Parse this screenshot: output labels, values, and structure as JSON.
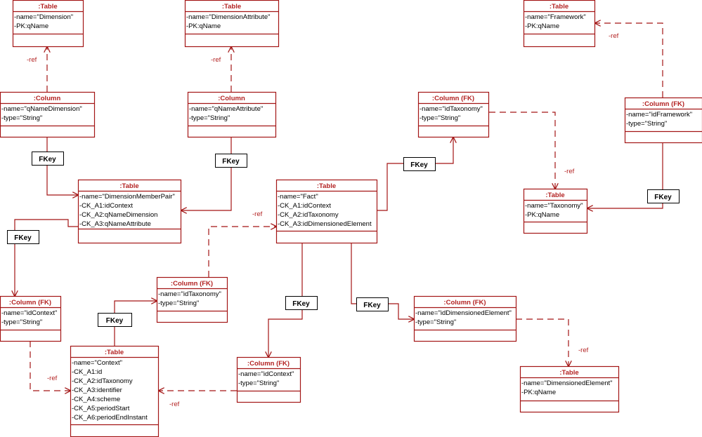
{
  "colors": {
    "line": "#a31515",
    "title": "#b32222",
    "label_box": "#000000"
  },
  "boxes": [
    {
      "id": "t_dimension",
      "title": ":Table",
      "attrs": [
        "-name=\"Dimension\"",
        "-PK:qName"
      ]
    },
    {
      "id": "t_dimattr",
      "title": ":Table",
      "attrs": [
        "-name=\"DimensionAttribute\"",
        "-PK:qName"
      ]
    },
    {
      "id": "t_framework",
      "title": ":Table",
      "attrs": [
        "-name=\"Framework\"",
        "-PK:qName"
      ]
    },
    {
      "id": "c_qnamedim",
      "title": ":Column",
      "attrs": [
        "-name=\"qNameDimension\"",
        "-type=\"String\""
      ]
    },
    {
      "id": "c_qnameattr",
      "title": ":Column",
      "attrs": [
        "-name=\"qNameAttribute\"",
        "-type=\"String\""
      ]
    },
    {
      "id": "c_idtax_top",
      "title": ":Column (FK)",
      "attrs": [
        "-name=\"idTaxonomy\"",
        "-type=\"String\""
      ]
    },
    {
      "id": "c_idframework",
      "title": ":Column (FK)",
      "attrs": [
        "-name=\"idFramework\"",
        "-type=\"String\""
      ]
    },
    {
      "id": "t_dmp",
      "title": ":Table",
      "attrs": [
        "-name=\"DimensionMemberPair\"",
        "-CK_A1:idContext",
        "-CK_A2:qNameDimension",
        "-CK_A3:qNameAttribute"
      ]
    },
    {
      "id": "t_fact",
      "title": ":Table",
      "attrs": [
        "-name=\"Fact\"",
        "-CK_A1:idContext",
        "-CK_A2:idTaxonomy",
        "-CK_A3:idDimensionedElement"
      ]
    },
    {
      "id": "t_taxonomy",
      "title": ":Table",
      "attrs": [
        "-name=\"Taxonomy\"",
        "-PK:qName"
      ]
    },
    {
      "id": "c_idtax_mid",
      "title": ":Column (FK)",
      "attrs": [
        "-name=\"idTaxonomy\"",
        "-type=\"String\""
      ]
    },
    {
      "id": "c_idcontext_left",
      "title": ":Column (FK)",
      "attrs": [
        "-name=\"idContext\"",
        "-type=\"String\""
      ]
    },
    {
      "id": "c_iddimel",
      "title": ":Column (FK)",
      "attrs": [
        "-name=\"idDimensionedElement\"",
        "-type=\"String\""
      ]
    },
    {
      "id": "t_context",
      "title": ":Table",
      "attrs": [
        "-name=\"Context\"",
        "-CK_A1:id",
        "-CK_A2:idTaxonomy",
        "-CK_A3:identifier",
        "-CK_A4:scheme",
        "-CK_A5:periodStart",
        "-CK_A6:periodEndInstant"
      ]
    },
    {
      "id": "c_idcontext_mid",
      "title": ":Column (FK)",
      "attrs": [
        "-name=\"idContext\"",
        "-type=\"String\""
      ]
    },
    {
      "id": "t_dimel",
      "title": ":Table",
      "attrs": [
        "-name=\"DimensionedElement\"",
        "-PK:qName"
      ]
    }
  ],
  "fkey_label": "FKey",
  "ref_label": "-ref"
}
